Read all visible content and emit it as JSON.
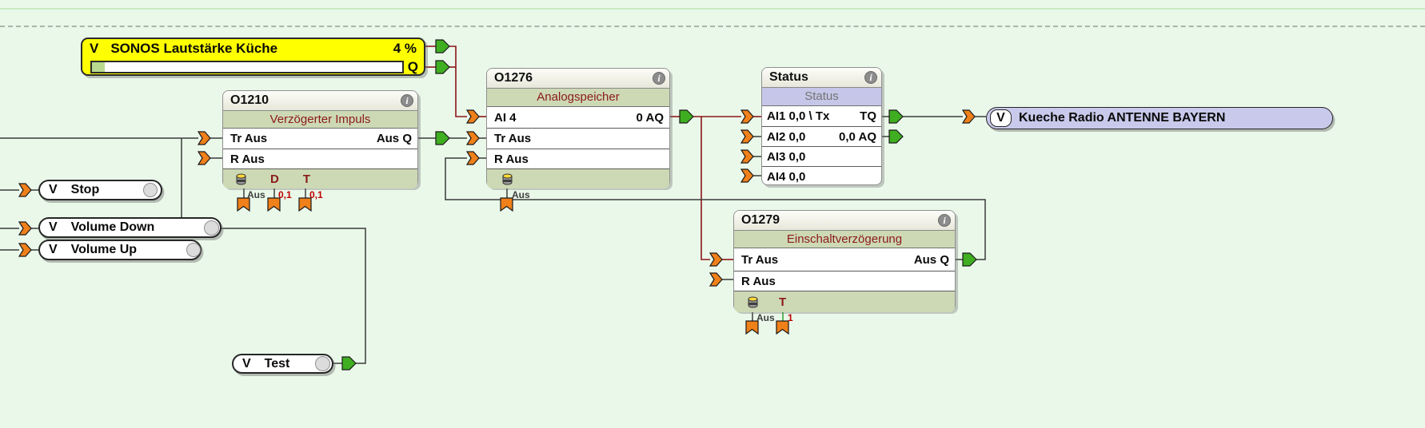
{
  "slider": {
    "v": "V",
    "title": "SONOS Lautstärke Küche",
    "value": "4 %",
    "q": "Q",
    "percent": 4
  },
  "blocks": {
    "o1210": {
      "id": "O1210",
      "type": "Verzögerter Impuls",
      "row_tr": "Tr Aus",
      "row_tr_out": "Aus Q",
      "row_r": "R Aus",
      "param_d": "D",
      "param_t": "T",
      "tag_mem": "Aus",
      "tag_d": "0,1",
      "tag_t": "0,1"
    },
    "o1276": {
      "id": "O1276",
      "type": "Analogspeicher",
      "row_ai": "AI 4",
      "row_ai_out": "0 AQ",
      "row_tr": "Tr Aus",
      "row_r": "R Aus",
      "tag_mem": "Aus"
    },
    "status": {
      "id": "Status",
      "type": "Status",
      "row1": "AI1 0,0 \\ Tx",
      "row1_out": "TQ",
      "row2": "AI2 0,0",
      "row2_out": "0,0 AQ",
      "row3": "AI3 0,0",
      "row4": "AI4 0,0"
    },
    "o1279": {
      "id": "O1279",
      "type": "Einschaltverzögerung",
      "row_tr": "Tr Aus",
      "row_tr_out": "Aus Q",
      "row_r": "R Aus",
      "param_t": "T",
      "tag_mem": "Aus",
      "tag_t": "1"
    }
  },
  "pills": {
    "stop": {
      "v": "V",
      "label": "Stop"
    },
    "volume_down": {
      "v": "V",
      "label": "Volume Down"
    },
    "volume_up": {
      "v": "V",
      "label": "Volume Up"
    },
    "test": {
      "v": "V",
      "label": "Test"
    },
    "kueche": {
      "v": "V",
      "label": "Kueche Radio ANTENNE BAYERN"
    }
  },
  "colors": {
    "canvas_bg": "#eaf8ea",
    "wire_selected": "#8b1616",
    "wire": "#3a3a3a",
    "port_input": "#f08019",
    "port_output": "#3fae21",
    "slider_fill": "#b9da8e",
    "block_accent": "#cdd9b5",
    "status_accent": "#c6c6e9"
  }
}
